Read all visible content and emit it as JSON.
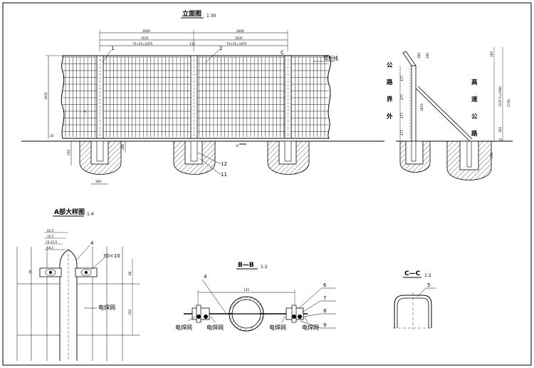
{
  "titles": {
    "elevation": "立面图",
    "elevation_scale": "1:30",
    "detail_a": "A部大样图",
    "detail_a_scale": "1:4",
    "section_bb": "B—B",
    "section_bb_scale": "1:2",
    "section_cc": "C—C",
    "section_cc_scale": "1:2"
  },
  "elevation": {
    "dim_total_1": "2000",
    "dim_total_2": "2000",
    "dim_inner_1": "1935",
    "dim_inner_2": "1935",
    "dim_mesh_1": "75×25=1875",
    "dim_mesh_2": "75×25=1875",
    "dim_post": "135",
    "height_dim": "1870",
    "ground_dim": "35",
    "found_depth": "350",
    "found_width": "300",
    "found_top": "200",
    "callout_1": "1",
    "callout_2": "2",
    "callout_12": "12",
    "callout_11": "11",
    "bend_label": "弯折线",
    "mark_c": "C",
    "mark_b": "B",
    "mark_a": "A"
  },
  "side_view": {
    "left_text": [
      "公",
      "路",
      "界",
      "外"
    ],
    "right_text": [
      "高",
      "速",
      "公",
      "路"
    ],
    "dim_top": "300",
    "dim_arm": "200",
    "dims_left": [
      "477",
      "477",
      "477",
      "477"
    ],
    "dim_post": "1870",
    "dim_right_1": "185",
    "dim_right_2": "1537.5=1960",
    "dim_right_3": "2150",
    "dim_right_4": "185",
    "dim_right_5": "35",
    "found_dim": "350"
  },
  "detail_a": {
    "dims": [
      "62.5",
      "35.5",
      "15-23.5",
      "58.5"
    ],
    "callout": "4",
    "slot": "30×10",
    "dim_left": "30",
    "dim_right_1": "60",
    "dim_right_2": "150",
    "mesh_label": "电焊网"
  },
  "section_bb": {
    "dim": "135",
    "callouts": [
      "4",
      "6",
      "7",
      "8",
      "9"
    ],
    "mesh_label": "电焊网"
  },
  "section_cc": {
    "callout": "5"
  }
}
